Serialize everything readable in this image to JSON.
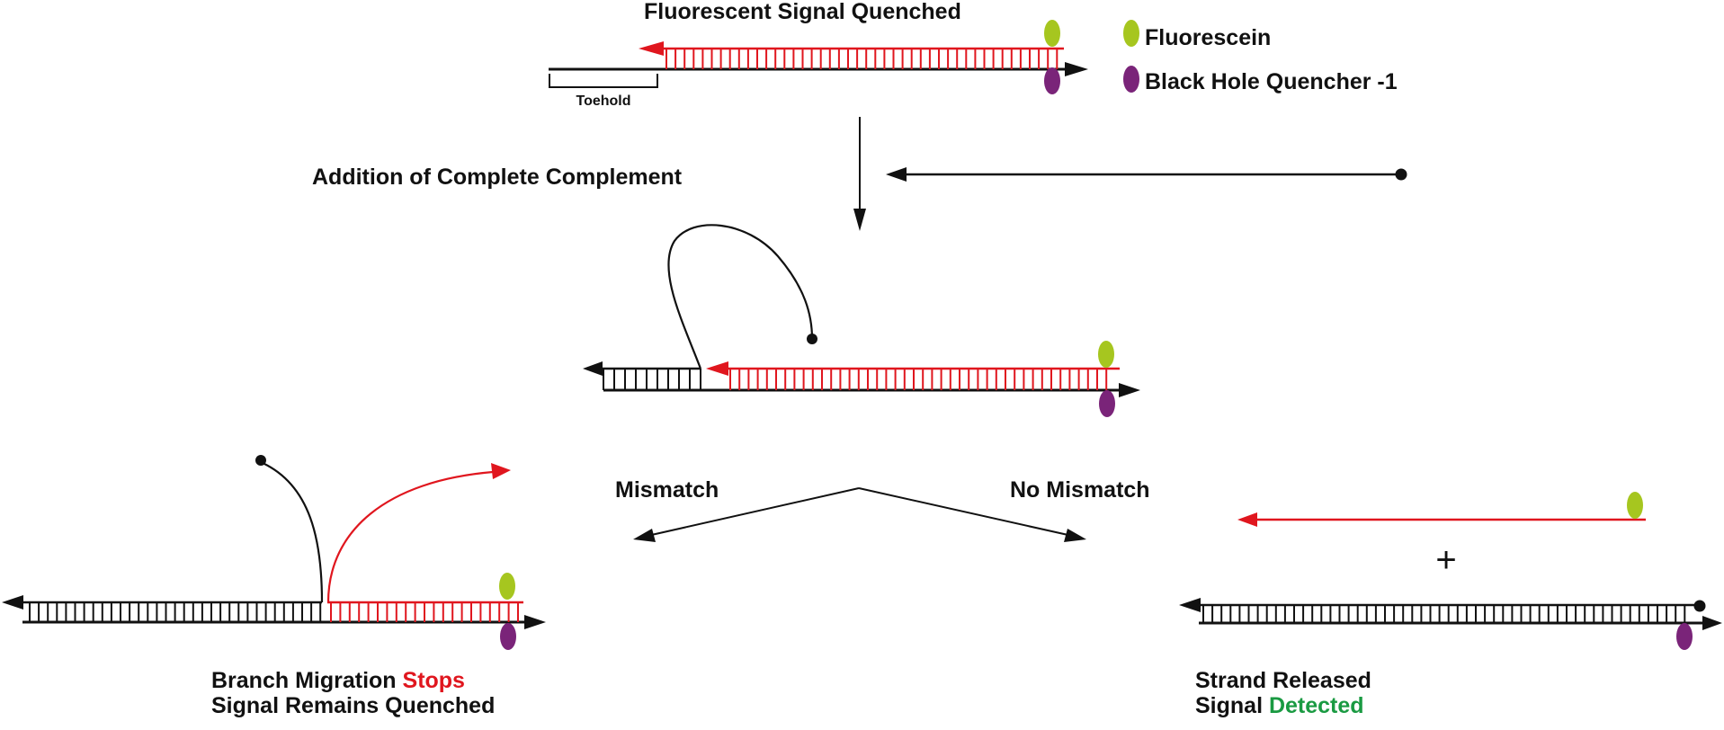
{
  "colors": {
    "strand_black": "#111111",
    "strand_red": "#e0161e",
    "fluorescein": "#a6c61f",
    "quencher": "#7a2479",
    "detected_green": "#1a9a42",
    "stops_red": "#e0161e"
  },
  "header": {
    "title": "Fluorescent Signal Quenched"
  },
  "legend": {
    "items": [
      {
        "label": "Fluorescein",
        "marker": "fluorescein-icon"
      },
      {
        "label": "Black Hole Quencher -1",
        "marker": "quencher-icon"
      }
    ]
  },
  "initial_complex": {
    "toehold_label": "Toehold"
  },
  "step": {
    "label": "Addition of Complete Complement"
  },
  "branches": {
    "left_label": "Mismatch",
    "right_label": "No Mismatch"
  },
  "outcomes": {
    "mismatch": {
      "line1_prefix": "Branch Migration ",
      "line1_highlight": "Stops",
      "line2": "Signal Remains Quenched"
    },
    "no_mismatch": {
      "line1": "Strand Released",
      "line2_prefix": "Signal ",
      "line2_highlight": "Detected",
      "plus": "+"
    }
  }
}
